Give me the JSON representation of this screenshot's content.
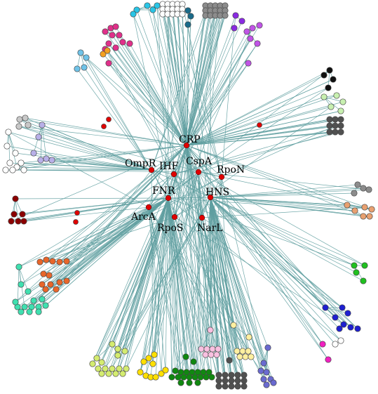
{
  "figure": {
    "edge_color": "#5f9ea0",
    "hub_color": "#e00000",
    "hubs": [
      {
        "id": "crp",
        "label": "CRP"
      },
      {
        "id": "ompr",
        "label": "OmpR"
      },
      {
        "id": "ihf",
        "label": "IHF"
      },
      {
        "id": "cspa",
        "label": "CspA"
      },
      {
        "id": "rpon",
        "label": "RpoN"
      },
      {
        "id": "fnr",
        "label": "FNR"
      },
      {
        "id": "hns",
        "label": "HNS"
      },
      {
        "id": "arca",
        "label": "ArcA"
      },
      {
        "id": "rpos",
        "label": "RpoS"
      },
      {
        "id": "narl",
        "label": "NarL"
      }
    ],
    "cluster_colors": {
      "cyan": "#29c5e6",
      "white": "#ffffff",
      "lightgray": "#c8c8c8",
      "gray": "#8c8c8c",
      "teal": "#1a6b8a",
      "purple": "#8a2be2",
      "violet": "#c054e6",
      "magenta": "#e0308a",
      "orange": "#f4a020",
      "skyblue": "#6fc3e8",
      "black": "#101010",
      "lightgreen": "#c8f0b0",
      "darkgray": "#505050",
      "lavender": "#b8b0e8",
      "darkred": "#8b0000",
      "salmon": "#e8a070",
      "orangered": "#e8662a",
      "aquamarine": "#40e0b0",
      "green": "#20c020",
      "blue": "#1e20d0",
      "pink": "#f020c0",
      "yellowgreen": "#d4ec70",
      "yellow": "#ffe000",
      "forestgreen": "#108810",
      "lightpink": "#f8c0e0",
      "lightyellow": "#fff0a0",
      "slateblue": "#6a6ad0",
      "red": "#e00000"
    }
  }
}
